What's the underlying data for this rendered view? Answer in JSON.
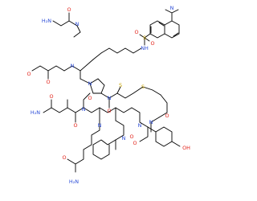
{
  "colors": {
    "bond": "#000000",
    "O": "#e2231a",
    "N": "#2a4bd7",
    "S": "#c9a400",
    "H": "#2a4bd7"
  },
  "labels": {
    "nme2": "N",
    "nh2_top": "H₂N",
    "o_top": "O",
    "o_sul1": "O",
    "s_sul": "S",
    "o_sul2": "O",
    "nh_sul": "NH",
    "o_lys": "O",
    "nh_lys": "N",
    "nh_lys2": "N",
    "o_pro": "O",
    "n_pro": "N",
    "o_cys": "O",
    "nh_cys": "N",
    "s1": "S",
    "s2": "S",
    "o_mpa": "O",
    "nh_mpa": "N",
    "o_asn1": "O",
    "nh_asn": "N",
    "h2n_asn": "H₂N",
    "o_asn2": "O",
    "nh_gln": "N",
    "o_gln1": "O",
    "nh_phe": "N",
    "o_phe": "O",
    "nh_tyr": "N",
    "o_tyr": "O",
    "h2n_gln": "H₂N",
    "o_gln2": "O",
    "oh": "OH"
  }
}
